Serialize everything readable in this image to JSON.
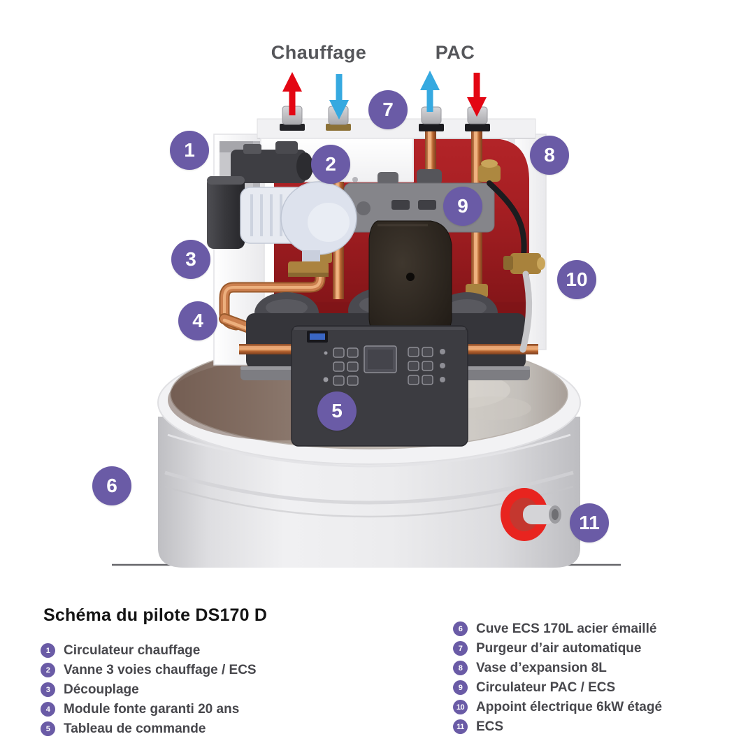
{
  "header": {
    "chauffage_label": "Chauffage",
    "pac_label": "PAC"
  },
  "flow_arrows": [
    {
      "name": "chauffage-supply",
      "direction": "up",
      "color": "#e30613"
    },
    {
      "name": "chauffage-return",
      "direction": "down",
      "color": "#36a9e0"
    },
    {
      "name": "pac-return",
      "direction": "up",
      "color": "#36a9e0"
    },
    {
      "name": "pac-supply",
      "direction": "down",
      "color": "#e30613"
    }
  ],
  "callouts": [
    "1",
    "2",
    "3",
    "4",
    "5",
    "6",
    "7",
    "8",
    "9",
    "10",
    "11"
  ],
  "legend": {
    "title": "Schéma du pilote DS170 D",
    "items_left": [
      {
        "num": "1",
        "label": "Circulateur chauffage"
      },
      {
        "num": "2",
        "label": "Vanne 3 voies chauffage / ECS"
      },
      {
        "num": "3",
        "label": "Découplage"
      },
      {
        "num": "4",
        "label": "Module fonte garanti 20 ans"
      },
      {
        "num": "5",
        "label": "Tableau de commande"
      }
    ],
    "items_right": [
      {
        "num": "6",
        "label": "Cuve ECS 170L acier émaillé"
      },
      {
        "num": "7",
        "label": "Purgeur d’air automatique"
      },
      {
        "num": "8",
        "label": "Vase d’expansion 8L"
      },
      {
        "num": "9",
        "label": "Circulateur PAC / ECS"
      },
      {
        "num": "10",
        "label": "Appoint électrique 6kW étagé"
      },
      {
        "num": "11",
        "label": "ECS"
      }
    ]
  },
  "colors": {
    "badge_purple": "#6a5ba6",
    "arrow_red": "#e30613",
    "arrow_blue": "#36a9e0",
    "copper": "#c97b4a",
    "boiler_red": "#a32024",
    "legend_text": "#47474c"
  }
}
